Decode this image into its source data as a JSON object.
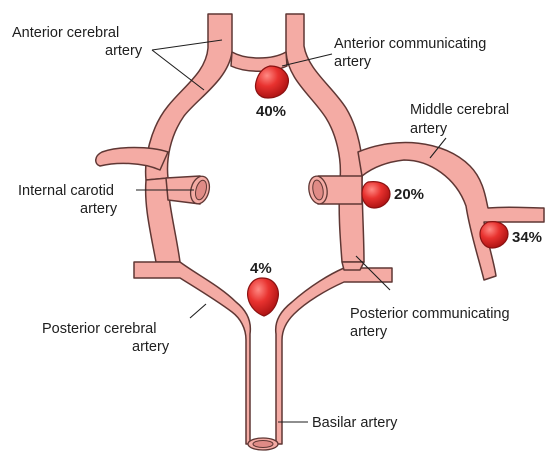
{
  "labels": {
    "anterior_cerebral": [
      "Anterior cerebral",
      "artery"
    ],
    "anterior_communicating": [
      "Anterior communicating",
      "artery"
    ],
    "middle_cerebral": [
      "Middle cerebral",
      "artery"
    ],
    "internal_carotid": [
      "Internal carotid",
      "artery"
    ],
    "posterior_cerebral": [
      "Posterior cerebral",
      "artery"
    ],
    "posterior_communicating": [
      "Posterior communicating",
      "artery"
    ],
    "basilar": "Basilar artery"
  },
  "aneurysms": {
    "anterior_communicating": "40%",
    "middle_cerebral_proximal": "20%",
    "middle_cerebral_bifurcation": "34%",
    "basilar_tip": "4%"
  },
  "colors": {
    "vessel": "#f4aba4",
    "outline": "#5f3734",
    "aneurysm_light": "#f04a46",
    "aneurysm_dark": "#b01414",
    "text": "#1e1e1e"
  }
}
